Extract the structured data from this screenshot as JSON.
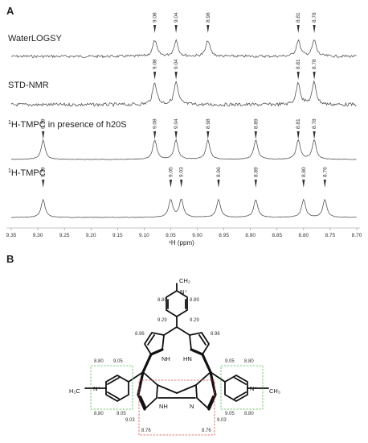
{
  "panel_a": {
    "letter": "A",
    "x_axis_title": "¹H (ppm)",
    "ticks": [
      "9.35",
      "9.30",
      "9.25",
      "9.20",
      "9.15",
      "9.10",
      "9.05",
      "9.00",
      "8.95",
      "8.90",
      "8.85",
      "8.80",
      "8.75",
      "8.70"
    ],
    "traces": [
      {
        "label": "WaterLOGSY",
        "peaks": [
          "9.08",
          "9.04",
          "8.98",
          "8.81",
          "8.78"
        ]
      },
      {
        "label": "STD-NMR",
        "peaks": [
          "9.08",
          "9.04",
          "8.81",
          "8.78"
        ]
      },
      {
        "label_prefix": "1",
        "label": "H-TMPC in presence of h20S",
        "peaks": [
          "9.29",
          "9.08",
          "9.04",
          "8.98",
          "8.89",
          "8.81",
          "8.78"
        ]
      },
      {
        "label_prefix": "1",
        "label": "H-TMPC",
        "peaks": [
          "9.29",
          "9.05",
          "9.03",
          "8.96",
          "8.89",
          "8.80",
          "8.76"
        ]
      }
    ]
  },
  "panel_b": {
    "letter": "B",
    "atoms": {
      "nplus": "N⁺",
      "ch3": "CH₃",
      "h3c": "H₃C",
      "nh": "NH",
      "hn": "HN",
      "n": "N"
    },
    "shifts": {
      "top_left_a": "8.89",
      "top_right_a": "8.89",
      "top_left_b": "9.29",
      "top_right_b": "9.29",
      "beta_tl": "8.96",
      "beta_tr": "8.96",
      "left_py_top_a": "8.80",
      "left_py_top_b": "9.05",
      "left_py_bot_a": "8.80",
      "left_py_bot_b": "9.05",
      "right_py_top_a": "9.05",
      "right_py_top_b": "8.80",
      "right_py_bot_a": "9.05",
      "right_py_bot_b": "8.80",
      "beta_bl": "9.03",
      "beta_br": "9.03",
      "bot_l": "8.76",
      "bot_r": "8.76"
    }
  }
}
